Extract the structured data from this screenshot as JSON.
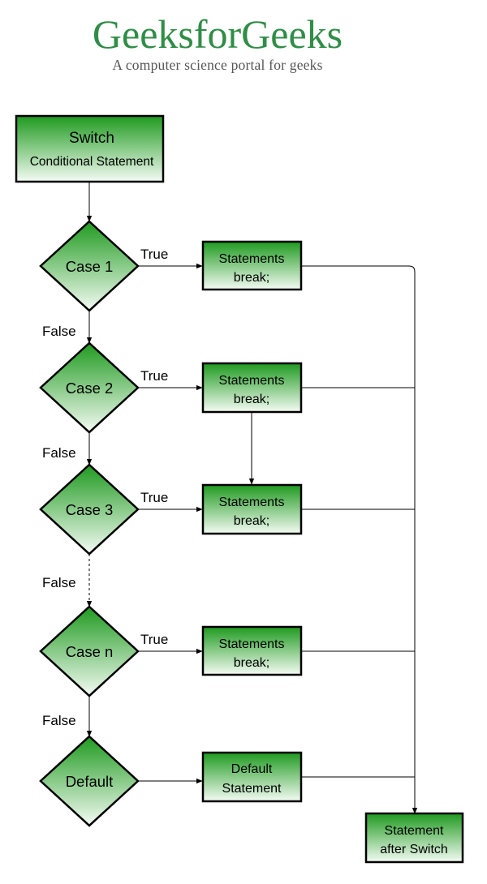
{
  "brand": {
    "title": "GeeksforGeeks",
    "subtitle": "A computer science portal for geeks"
  },
  "colors": {
    "node_dark": "#1f9a1f",
    "node_light": "#f4fbf4",
    "brand_green": "#2f8d46",
    "stroke": "#000000"
  },
  "start": {
    "line1": "Switch",
    "line2": "Conditional Statement"
  },
  "edge_labels": {
    "true": "True",
    "false": "False"
  },
  "cases": [
    {
      "label": "Case 1",
      "action_line1": "Statements",
      "action_line2": "break;"
    },
    {
      "label": "Case 2",
      "action_line1": "Statements",
      "action_line2": "break;"
    },
    {
      "label": "Case 3",
      "action_line1": "Statements",
      "action_line2": "break;"
    },
    {
      "label": "Case n",
      "action_line1": "Statements",
      "action_line2": "break;"
    }
  ],
  "default": {
    "label": "Default",
    "action_line1": "Default",
    "action_line2": "Statement"
  },
  "end": {
    "line1": "Statement",
    "line2": "after Switch"
  }
}
